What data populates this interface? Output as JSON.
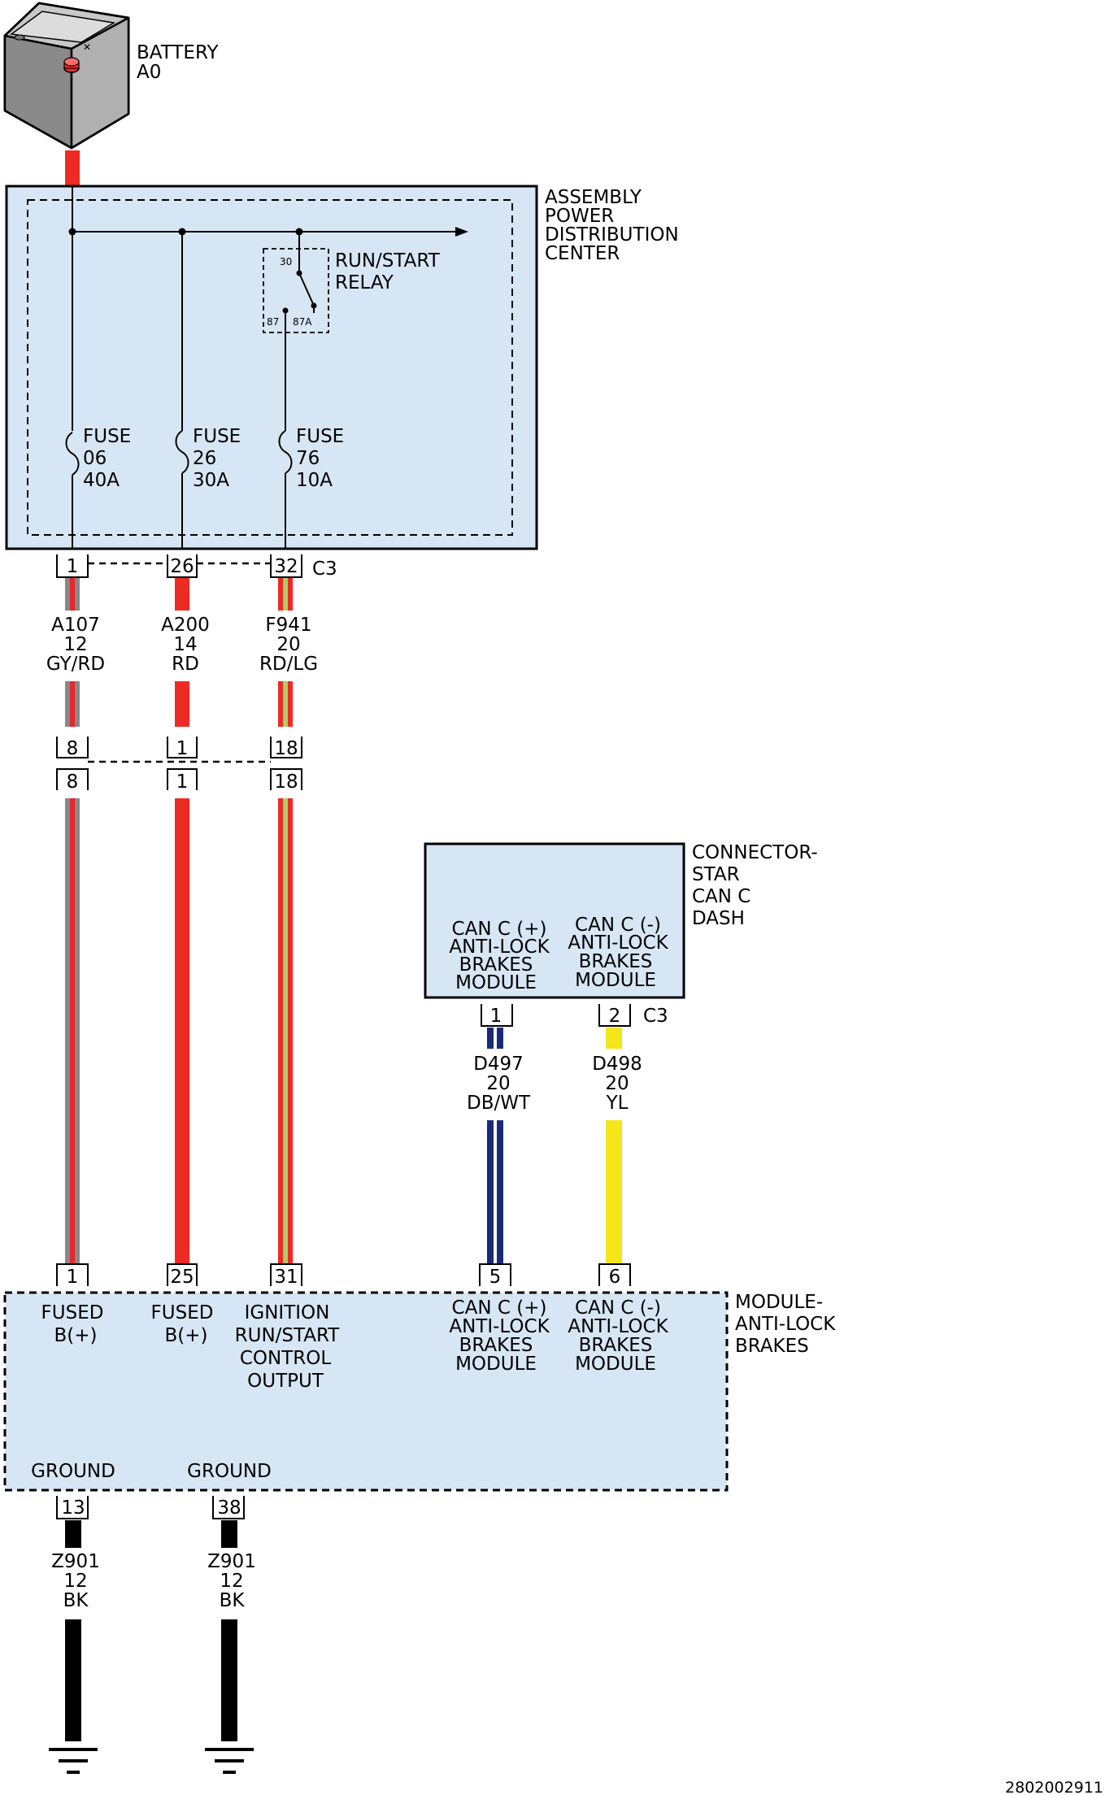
{
  "battery": {
    "name": "BATTERY",
    "id": "A0"
  },
  "pdc": {
    "title": [
      "ASSEMBLY",
      "POWER",
      "DISTRIBUTION",
      "CENTER"
    ],
    "relay": {
      "name": [
        "RUN/START",
        "RELAY"
      ],
      "pins": [
        "30",
        "87",
        "87A"
      ]
    },
    "fuses": [
      {
        "word": "FUSE",
        "number": "06",
        "rating": "40A"
      },
      {
        "word": "FUSE",
        "number": "26",
        "rating": "30A"
      },
      {
        "word": "FUSE",
        "number": "76",
        "rating": "10A"
      }
    ],
    "connector": {
      "name": "C3",
      "pins": [
        "1",
        "26",
        "32"
      ]
    }
  },
  "wires": [
    {
      "circuit": "A107",
      "gauge": "12",
      "color": "GY/RD",
      "base": "#888888",
      "stripe": "#e8262b"
    },
    {
      "circuit": "A200",
      "gauge": "14",
      "color": "RD",
      "base": "#ee2a24",
      "stripe": "#ee2a24"
    },
    {
      "circuit": "F941",
      "gauge": "20",
      "color": "RD/LG",
      "base": "#ee2a24",
      "stripe": "#a9cf6a"
    }
  ],
  "inline": {
    "upper_pins": [
      "8",
      "1",
      "18"
    ],
    "lower_pins": [
      "8",
      "1",
      "18"
    ]
  },
  "star": {
    "title": [
      "CONNECTOR-",
      "STAR",
      "CAN C",
      "DASH"
    ],
    "left": [
      "CAN C (+)",
      "ANTI-LOCK",
      "BRAKES",
      "MODULE"
    ],
    "right": [
      "CAN C (-)",
      "ANTI-LOCK",
      "BRAKES",
      "MODULE"
    ],
    "connector": {
      "name": "C3",
      "pins": [
        "1",
        "2"
      ]
    }
  },
  "can_wires": [
    {
      "circuit": "D497",
      "gauge": "20",
      "color": "DB/WT",
      "base": "#1b2a78",
      "stripe": "#ffffff"
    },
    {
      "circuit": "D498",
      "gauge": "20",
      "color": "YL",
      "base": "#f4e61a",
      "stripe": "#f4e61a"
    }
  ],
  "abs": {
    "title": [
      "MODULE-",
      "ANTI-LOCK",
      "BRAKES"
    ],
    "pins": [
      "1",
      "25",
      "31",
      "5",
      "6"
    ],
    "pin_labels": [
      [
        "FUSED",
        "B(+)"
      ],
      [
        "FUSED",
        "B(+)"
      ],
      [
        "IGNITION",
        "RUN/START",
        "CONTROL",
        "OUTPUT"
      ],
      [
        "CAN C (+)",
        "ANTI-LOCK",
        "BRAKES",
        "MODULE"
      ],
      [
        "CAN C (-)",
        "ANTI-LOCK",
        "BRAKES",
        "MODULE"
      ]
    ],
    "ground_pins": [
      "13",
      "38"
    ],
    "ground_labels": [
      "GROUND",
      "GROUND"
    ]
  },
  "ground_wires": [
    {
      "circuit": "Z901",
      "gauge": "12",
      "color": "BK",
      "base": "#000000"
    },
    {
      "circuit": "Z901",
      "gauge": "12",
      "color": "BK",
      "base": "#000000"
    }
  ],
  "footer": {
    "code": "2802002911"
  },
  "colors": {
    "box_fill": "#d7e6f5",
    "battery_red": "#ee2a24",
    "wire_red": "#ee2a24",
    "wire_gray": "#888888",
    "wire_light_green": "#a9cf6a",
    "wire_dark_blue": "#1b2a78",
    "wire_yellow": "#f4e61a",
    "wire_black": "#000000"
  }
}
